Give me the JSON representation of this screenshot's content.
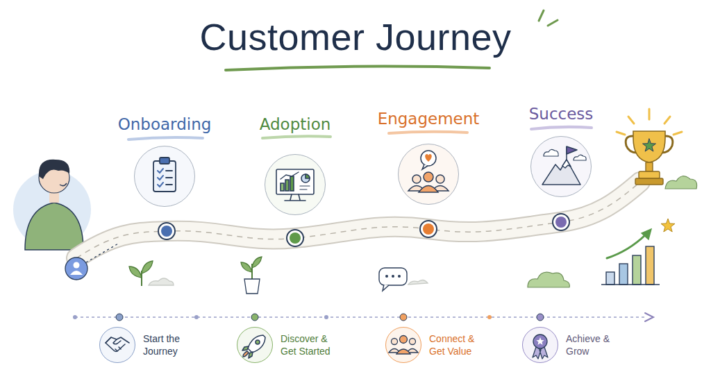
{
  "diagram": {
    "title": "Customer Journey",
    "nodes": [
      {
        "text": [
          "Onboarding"
        ]
      },
      {
        "text": [
          "Adoption"
        ]
      },
      {
        "text": [
          "Engagement"
        ]
      },
      {
        "text": [
          "Success"
        ]
      },
      {
        "text": [
          "Start the Journey"
        ]
      },
      {
        "text": [
          "Discover & Get Started"
        ]
      },
      {
        "text": [
          "Connect & Get Value"
        ]
      },
      {
        "text": [
          "Achieve & Grow"
        ]
      }
    ]
  }
}
